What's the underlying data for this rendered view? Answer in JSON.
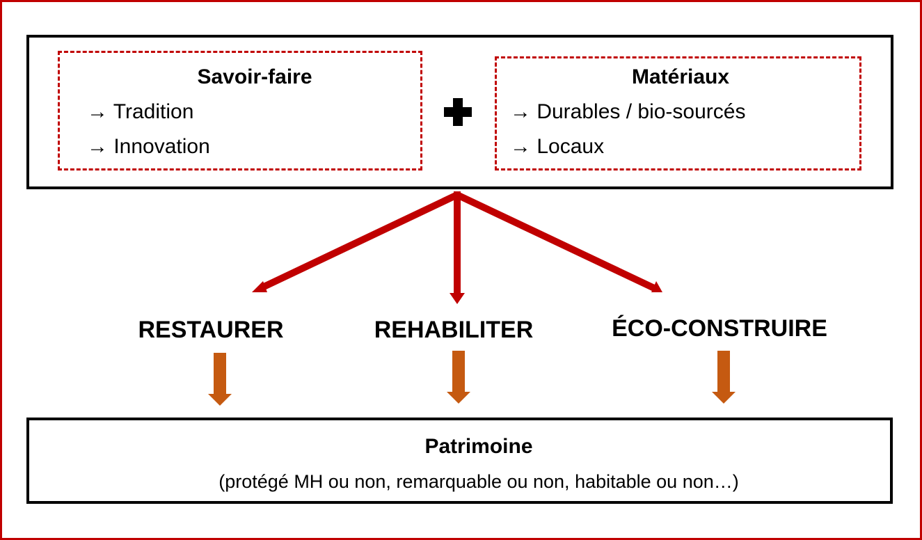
{
  "left_box": {
    "title": "Savoir-faire",
    "items": [
      "→ Tradition",
      "→ Innovation"
    ]
  },
  "plus_icon": "plus",
  "right_box": {
    "title": "Matériaux",
    "items": [
      "→ Durables / bio-sourcés",
      "→ Locaux"
    ]
  },
  "actions": [
    "RESTAURER",
    "REHABILITER",
    "ÉCO-CONSTRUIRE"
  ],
  "bottom_box": {
    "title": "Patrimoine",
    "subtitle": "(protégé MH ou non, remarquable ou non, habitable ou non…)"
  },
  "colors": {
    "frame": "#c00000",
    "red_arrows": "#c00000",
    "orange_arrows": "#c55a11"
  }
}
